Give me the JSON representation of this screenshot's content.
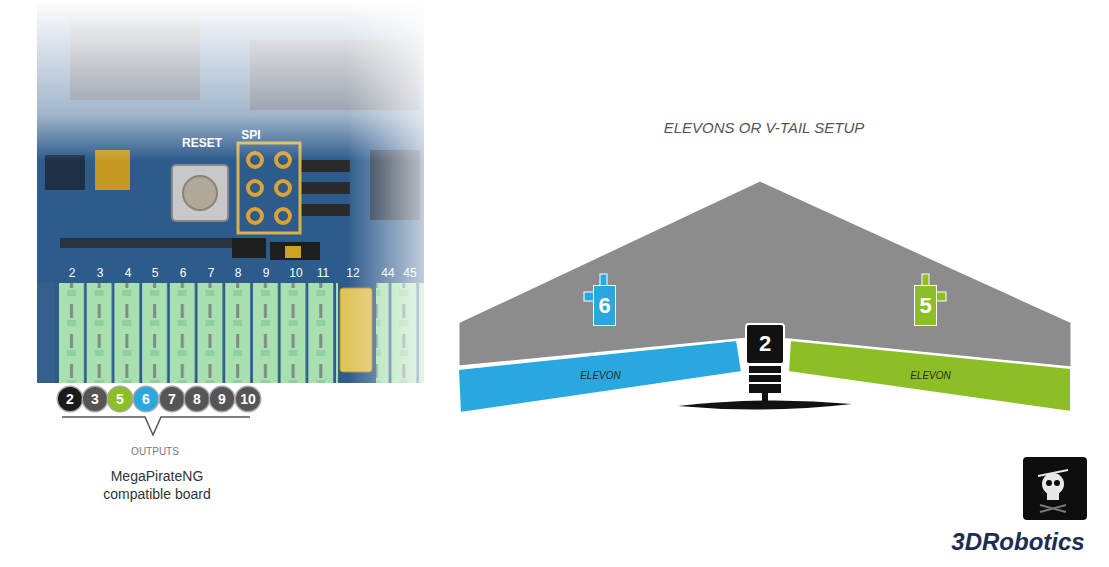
{
  "diagram": {
    "title": "ELEVONS OR V-TAIL SETUP",
    "nodes": [
      {
        "text": [
          "2"
        ]
      },
      {
        "text": [
          "3"
        ]
      },
      {
        "text": [
          "5"
        ]
      },
      {
        "text": [
          "6"
        ]
      },
      {
        "text": [
          "7"
        ]
      },
      {
        "text": [
          "8"
        ]
      },
      {
        "text": [
          "9"
        ]
      },
      {
        "text": [
          "10"
        ]
      },
      {
        "text": [
          "6"
        ]
      },
      {
        "text": [
          "2"
        ]
      },
      {
        "text": [
          "5"
        ]
      },
      {
        "text": [
          "ELEVON"
        ]
      },
      {
        "text": [
          "ELEVON"
        ]
      }
    ],
    "labels": [
      "RESET",
      "SPI",
      "2",
      "3",
      "4",
      "5",
      "6",
      "7",
      "8",
      "9",
      "10",
      "11",
      "12",
      "44",
      "45",
      "OUTPUTS",
      "MegaPirateNG compatible board",
      "3DRobotics"
    ]
  }
}
